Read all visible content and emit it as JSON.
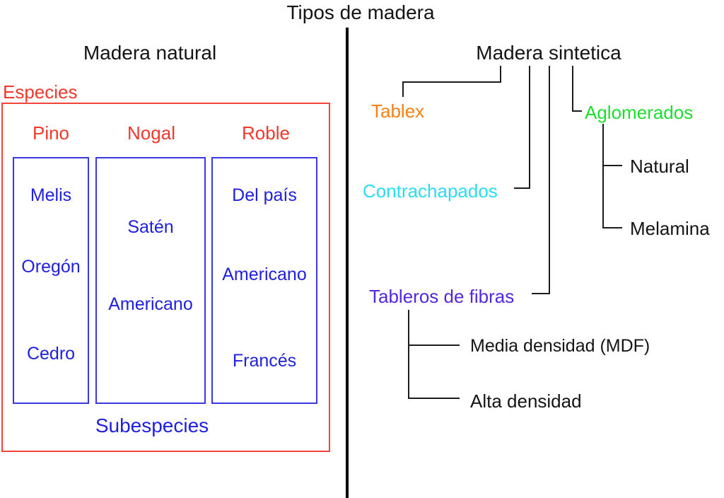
{
  "title": "Tipos de madera",
  "colors": {
    "red": "#f2382c",
    "red-border": "#f4453b",
    "blue": "#2020e0",
    "blue-border": "#3939e0",
    "orange": "#f78112",
    "green": "#1ddf2e",
    "cyan": "#2bdcf2",
    "violet": "#5227dd",
    "line": "#1c1c1c"
  },
  "left": {
    "heading": "Madera natural",
    "especies_label": "Especies",
    "subespecies_label": "Subespecies",
    "columns": [
      {
        "header": "Pino",
        "items": [
          "Melis",
          "Oregón",
          "Cedro"
        ]
      },
      {
        "header": "Nogal",
        "items": [
          "Satén",
          "Americano"
        ]
      },
      {
        "header": "Roble",
        "items": [
          "Del país",
          "Americano",
          "Francés"
        ]
      }
    ]
  },
  "right": {
    "heading": "Madera sintetica",
    "tablex": {
      "label": "Tablex"
    },
    "contrachapados": {
      "label": "Contrachapados"
    },
    "aglomerados": {
      "label": "Aglomerados",
      "children": [
        "Natural",
        "Melamina"
      ]
    },
    "tableros": {
      "label": "Tableros de fibras",
      "children": [
        "Media densidad (MDF)",
        "Alta densidad"
      ]
    }
  }
}
